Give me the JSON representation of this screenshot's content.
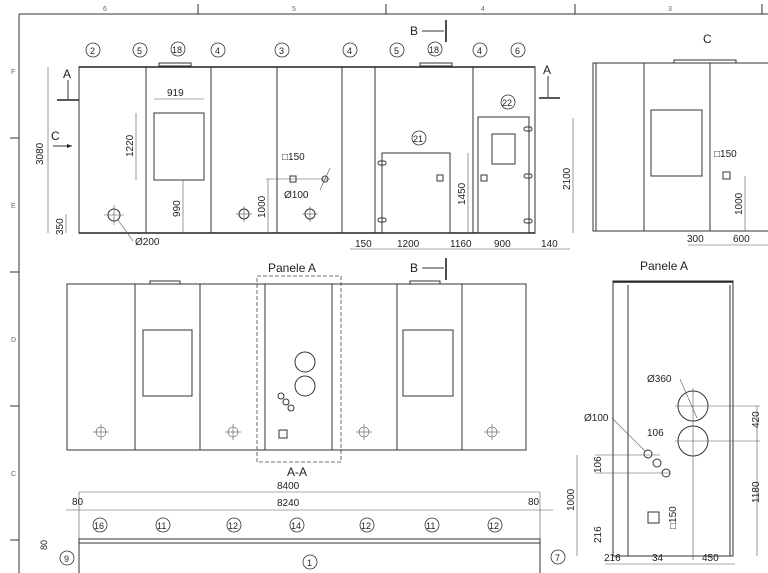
{
  "frame": {
    "columns": [
      "6",
      "5",
      "4",
      "3"
    ],
    "rows": [
      "F",
      "E",
      "D",
      "C"
    ]
  },
  "section_marks": {
    "a": "A",
    "b": "B",
    "c": "C"
  },
  "front_view": {
    "balloons": [
      "2",
      "5",
      "18",
      "4",
      "3",
      "4",
      "5",
      "18",
      "4",
      "6"
    ],
    "door_balloons": {
      "small_door": "21",
      "door": "22"
    },
    "dims": {
      "height": "3080",
      "hole_height": "350",
      "hole_diameter": "Ø200",
      "window_width": "919",
      "window_height": "1220",
      "window_sill": "990",
      "vent_square": "□150",
      "vent_height": "1000",
      "vent_diameter": "Ø100",
      "door_small_height": "1450",
      "door_height": "2100",
      "bottom": [
        "150",
        "1200",
        "1160",
        "900",
        "140"
      ]
    }
  },
  "side_view_c": {
    "title": "C",
    "dims": {
      "square": "□150",
      "height": "1000",
      "offset1": "300",
      "offset2": "600"
    }
  },
  "rear_view": {
    "panel_label": "Panele A",
    "section_label": "A-A"
  },
  "plan_view": {
    "overall": "8400",
    "inner": "8240",
    "edge_left": "80",
    "edge_right": "80",
    "wall": "80",
    "balloons": [
      "16",
      "11",
      "12",
      "14",
      "12",
      "11",
      "12"
    ],
    "floor_balloon": "1",
    "left_balloon": "9",
    "right_balloon": "7"
  },
  "panel_a": {
    "title": "Panele A",
    "dims": {
      "large_diameter": "Ø360",
      "small_diameter": "Ø100",
      "hole_spacing_h": "106",
      "hole_spacing_v": "106",
      "height_left": "1000",
      "square_height": "216",
      "square": "□150",
      "large_spacing": "420",
      "large_height": "1180",
      "bottom_left": "216",
      "bottom_mid": "34",
      "bottom_right": "450"
    }
  }
}
